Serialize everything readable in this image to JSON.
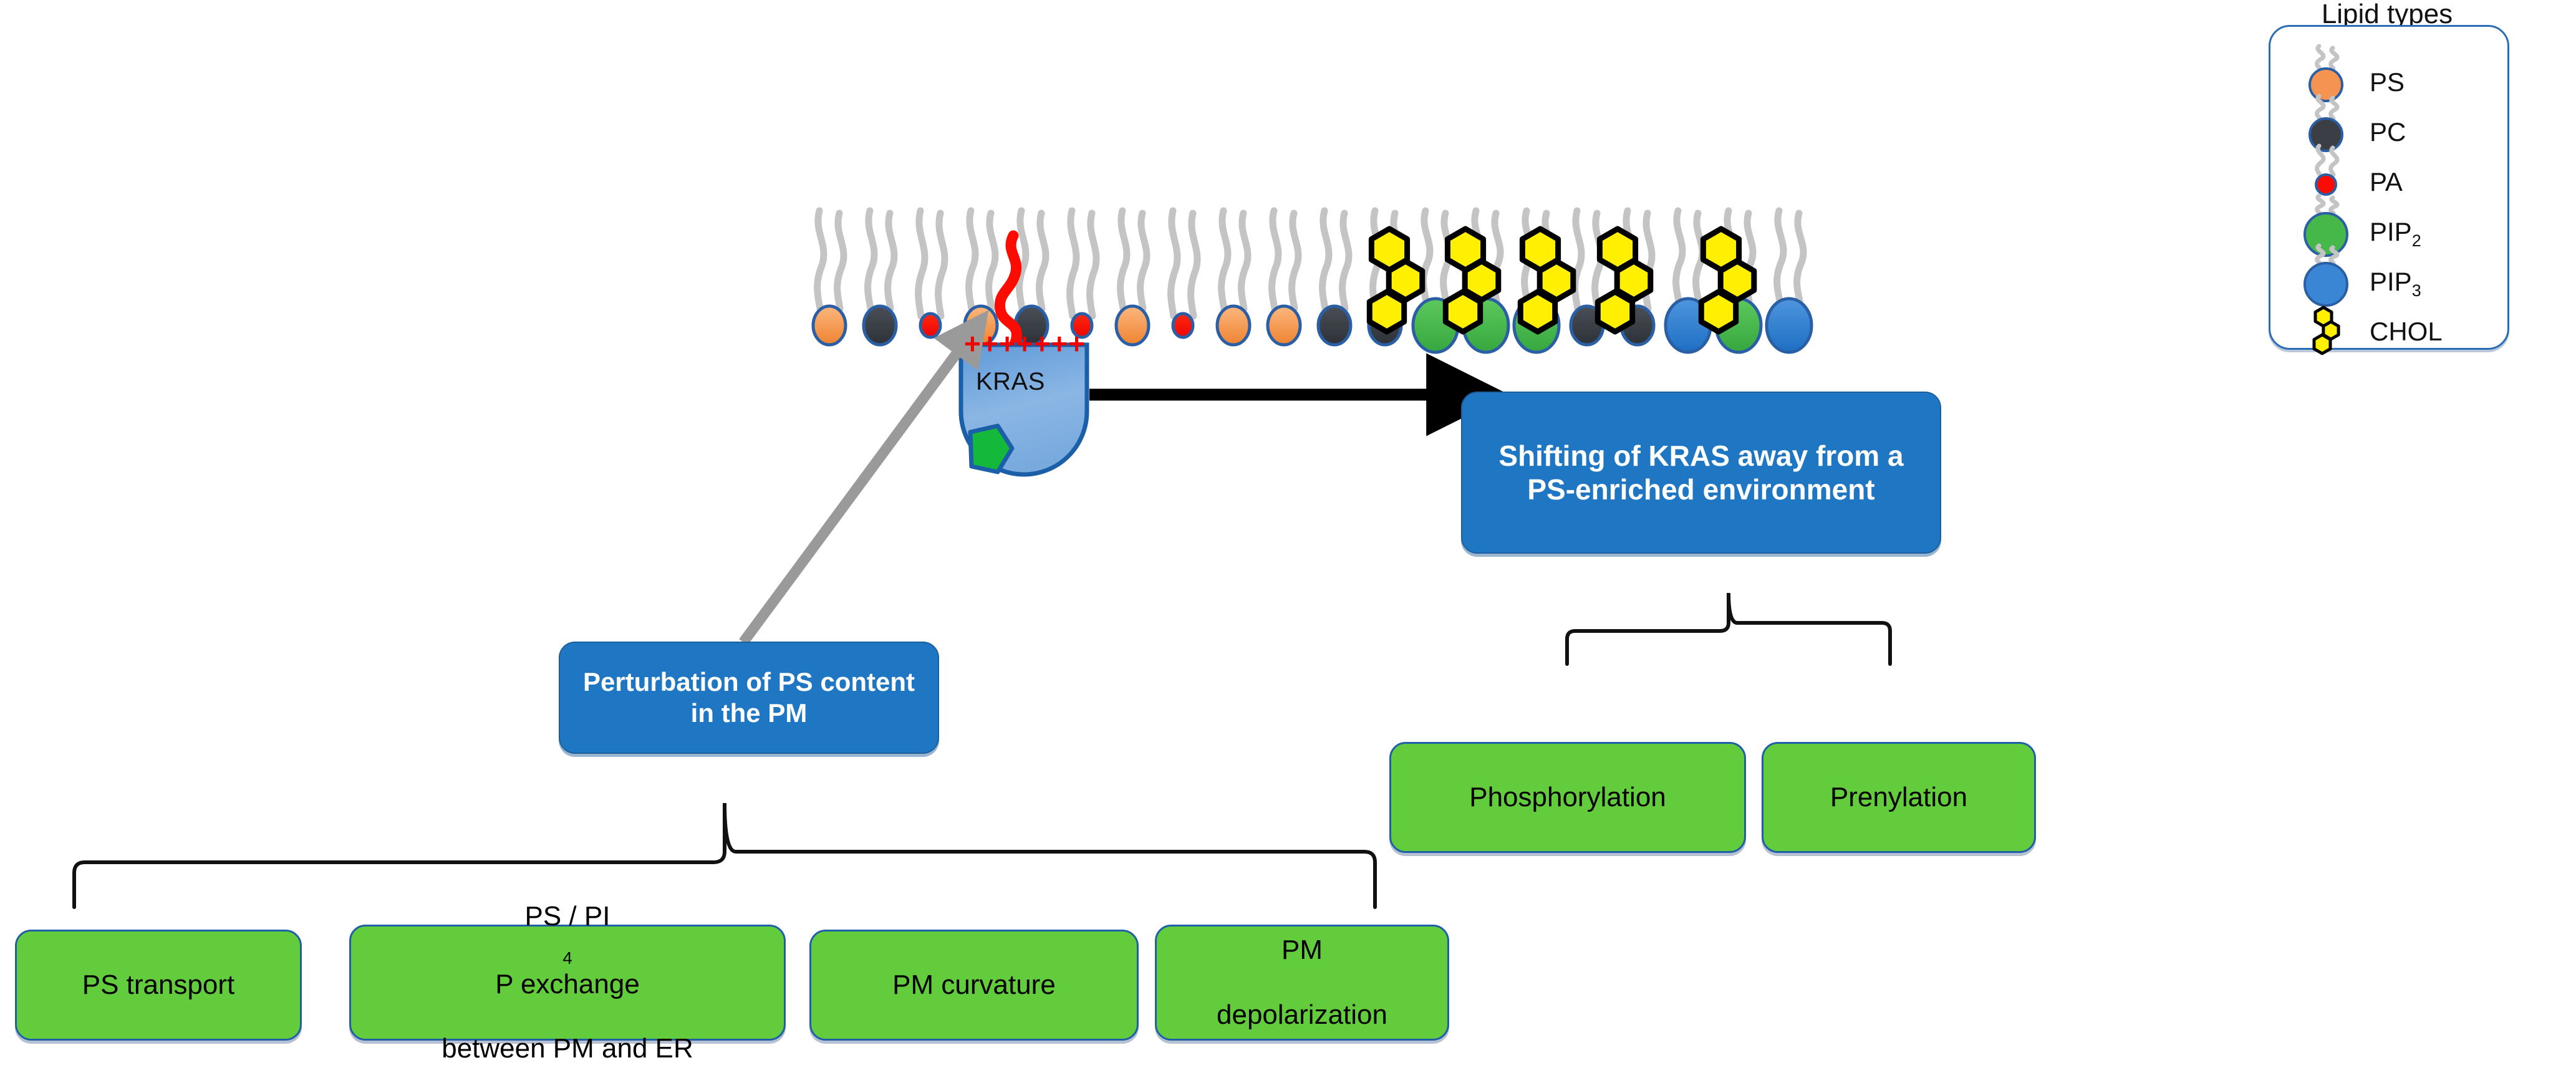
{
  "diagram": {
    "title": "KRAS membrane localization and PS perturbation pathway"
  },
  "membrane": {
    "protein_label": "KRAS",
    "charge_marks": "+++++++",
    "lipid_order": [
      "PS",
      "PC",
      "PA",
      "PS",
      "PC",
      "PA",
      "PS",
      "PA",
      "PS",
      "PS",
      "PC",
      "PC",
      "PIP2",
      "PIP2",
      "PIP2",
      "PC",
      "PC",
      "PIP3",
      "PIP2",
      "PIP3"
    ],
    "cholesterol_count": 5
  },
  "boxes": {
    "shift": "Shifting of KRAS away from a PS-enriched environment",
    "perturbation": "Perturbation of PS content in the PM",
    "phosphorylation": "Phosphorylation",
    "prenylation": "Prenylation",
    "ps_transport": "PS transport",
    "exchange_line1": "PS / PI",
    "exchange_sub": "4",
    "exchange_line1b": "P exchange",
    "exchange_line2": "between PM and ER",
    "pm_curvature": "PM curvature",
    "pm_depol_line1": "PM",
    "pm_depol_line2": "depolarization"
  },
  "legend": {
    "title": "Lipid types",
    "items": [
      {
        "name": "PS",
        "sub": "",
        "color": "#f59450",
        "shape": "circle",
        "size": "medium"
      },
      {
        "name": "PC",
        "sub": "",
        "color": "#3b3f45",
        "shape": "circle",
        "size": "medium"
      },
      {
        "name": "PA",
        "sub": "",
        "color": "#fb0b00",
        "shape": "circle",
        "size": "small"
      },
      {
        "name": "PIP",
        "sub": "2",
        "color": "#46b84a",
        "shape": "circle",
        "size": "large"
      },
      {
        "name": "PIP",
        "sub": "3",
        "color": "#3b86d4",
        "shape": "circle",
        "size": "large"
      },
      {
        "name": "CHOL",
        "sub": "",
        "color": "#ffef00",
        "shape": "hexagons",
        "size": "chol"
      }
    ]
  },
  "colors": {
    "box_blue": "#1f77c4",
    "box_green": "#63cc3c",
    "legend_border": "#2a6db5",
    "head_outline": "#2a5fa5",
    "tail_gray": "#c4c4c4",
    "arrow_black": "#000000",
    "arrow_gray": "#9a9a9a",
    "charge_red": "#f20000",
    "kras_body": "#6fa3dc",
    "gtp_green": "#14b93c"
  }
}
